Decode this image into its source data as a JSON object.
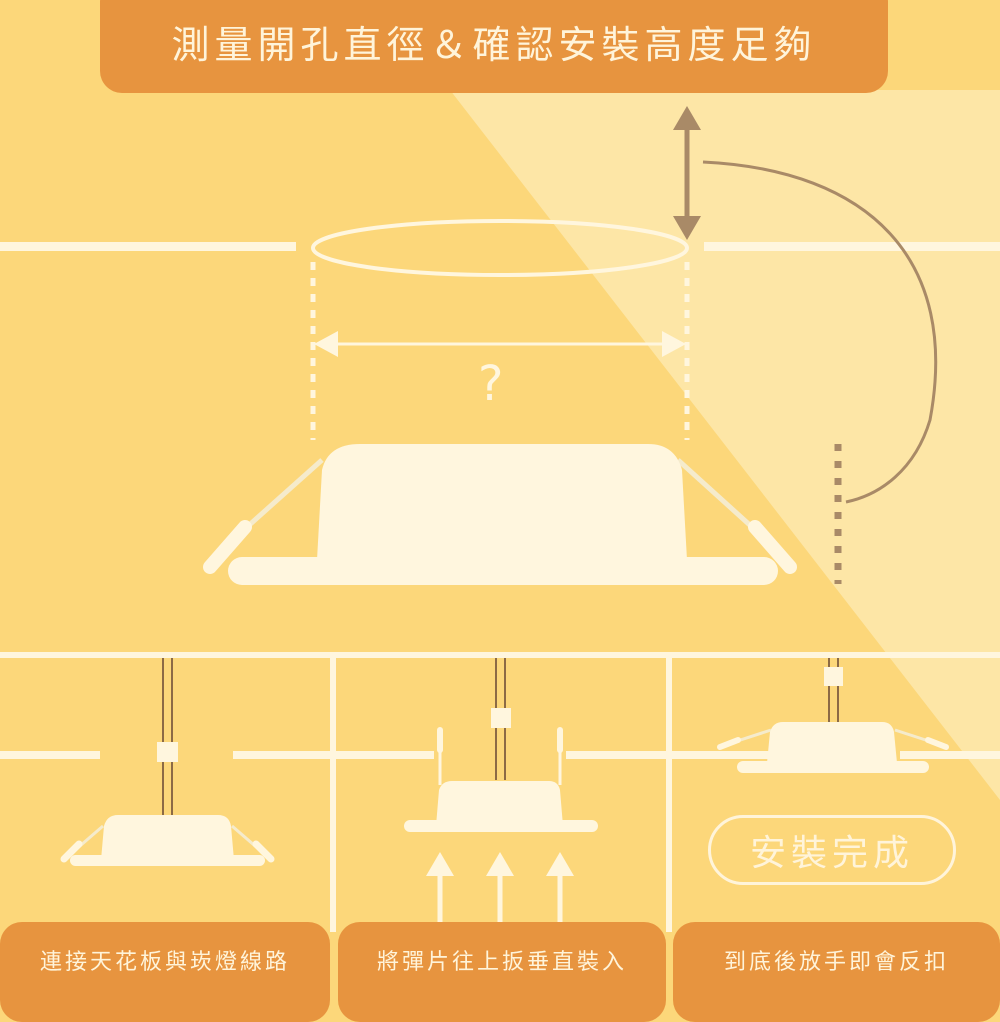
{
  "title": "測量開孔直徑＆確認安裝高度足夠",
  "main_diagram": {
    "diameter_label": "?",
    "height_arrow": "vertical-double-arrow",
    "curve_indicator": "arc-to-dotted-height-line"
  },
  "steps": [
    {
      "caption": "連接天花板與崁燈線路"
    },
    {
      "caption": "將彈片往上扳垂直裝入"
    },
    {
      "caption": "到底後放手即會反扣"
    }
  ],
  "completion_badge": "安裝完成",
  "colors": {
    "background": "#fcd77a",
    "highlight": "#fde6a6",
    "banner": "#e7943f",
    "cream": "#fff6de",
    "brown": "#a98a67"
  }
}
